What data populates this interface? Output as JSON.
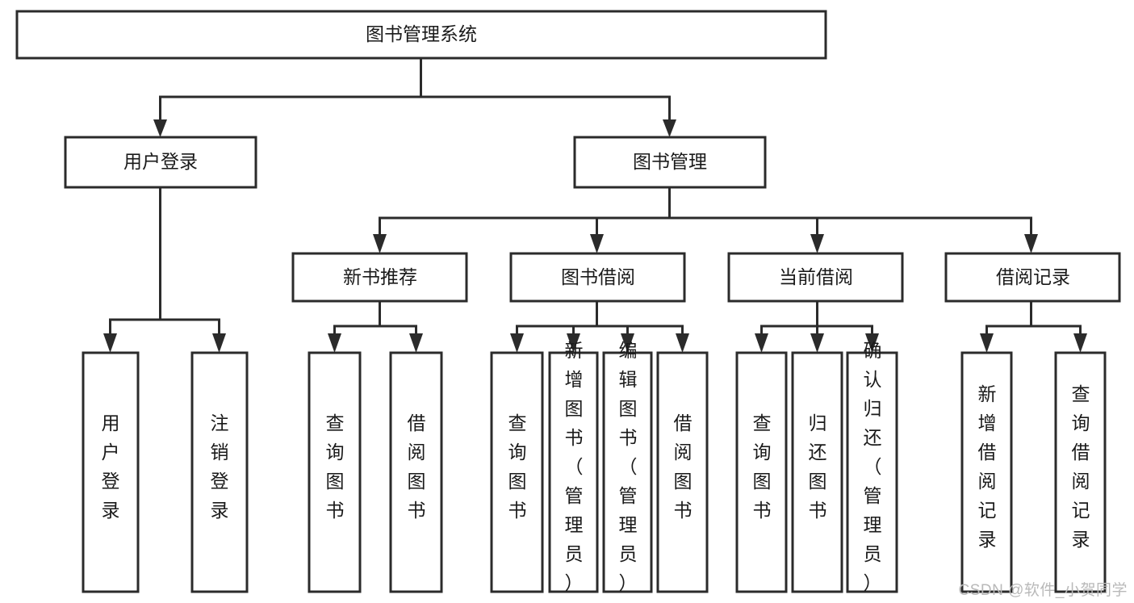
{
  "diagram": {
    "title": "图书管理系统",
    "type": "tree",
    "orientation": "top-down",
    "colors": {
      "box_fill": "#ffffff",
      "box_stroke": "#2b2b2b",
      "connector": "#2b2b2b",
      "text": "#1a1a1a",
      "background": "#ffffff",
      "watermark": "#b9b9b9"
    },
    "root": {
      "id": "root",
      "label": "图书管理系统",
      "orientation": "horizontal"
    },
    "level2": [
      {
        "id": "user-login",
        "label": "用户登录",
        "orientation": "horizontal"
      },
      {
        "id": "book-manage",
        "label": "图书管理",
        "orientation": "horizontal"
      }
    ],
    "level3": [
      {
        "id": "new-book-recommend",
        "label": "新书推荐",
        "parent": "book-manage",
        "orientation": "horizontal"
      },
      {
        "id": "book-borrow",
        "label": "图书借阅",
        "parent": "book-manage",
        "orientation": "horizontal"
      },
      {
        "id": "current-borrow",
        "label": "当前借阅",
        "parent": "book-manage",
        "orientation": "horizontal"
      },
      {
        "id": "borrow-record",
        "label": "借阅记录",
        "parent": "book-manage",
        "orientation": "horizontal"
      }
    ],
    "leaves": [
      {
        "id": "leaf-user-login",
        "label": "用户登录",
        "parent": "user-login",
        "orientation": "vertical"
      },
      {
        "id": "leaf-logout-login",
        "label": "注销登录",
        "parent": "user-login",
        "orientation": "vertical"
      },
      {
        "id": "leaf-query-book-1",
        "label": "查询图书",
        "parent": "new-book-recommend",
        "orientation": "vertical"
      },
      {
        "id": "leaf-borrow-book-1",
        "label": "借阅图书",
        "parent": "new-book-recommend",
        "orientation": "vertical"
      },
      {
        "id": "leaf-query-book-2",
        "label": "查询图书",
        "parent": "book-borrow",
        "orientation": "vertical"
      },
      {
        "id": "leaf-add-book",
        "label": "新增图书（管理员）",
        "parent": "book-borrow",
        "orientation": "vertical"
      },
      {
        "id": "leaf-edit-book",
        "label": "编辑图书（管理员）",
        "parent": "book-borrow",
        "orientation": "vertical"
      },
      {
        "id": "leaf-borrow-book-2",
        "label": "借阅图书",
        "parent": "book-borrow",
        "orientation": "vertical"
      },
      {
        "id": "leaf-query-book-3",
        "label": "查询图书",
        "parent": "current-borrow",
        "orientation": "vertical"
      },
      {
        "id": "leaf-return-book",
        "label": "归还图书",
        "parent": "current-borrow",
        "orientation": "vertical"
      },
      {
        "id": "leaf-confirm-return",
        "label": "确认归还（管理员）",
        "parent": "current-borrow",
        "orientation": "vertical"
      },
      {
        "id": "leaf-add-record",
        "label": "新增借阅记录",
        "parent": "borrow-record",
        "orientation": "vertical"
      },
      {
        "id": "leaf-query-record",
        "label": "查询借阅记录",
        "parent": "borrow-record",
        "orientation": "vertical"
      }
    ],
    "watermark": "CSDN @软件_小贺同学"
  }
}
